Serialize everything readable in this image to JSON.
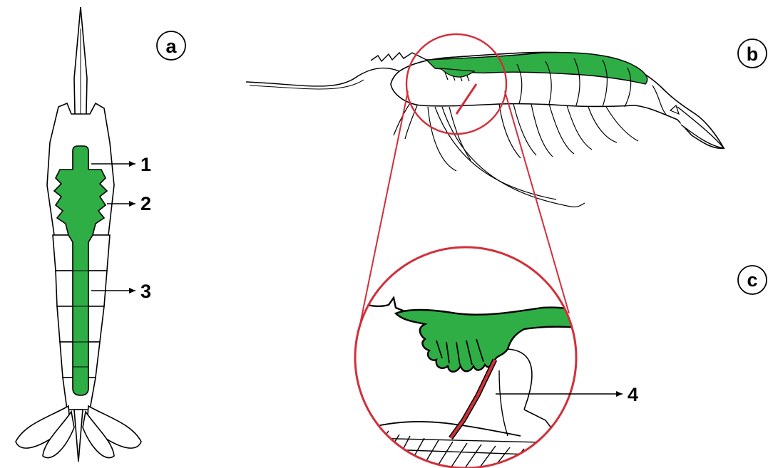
{
  "panels": {
    "a": "a",
    "b": "b",
    "c": "c"
  },
  "callouts": {
    "c1": "1",
    "c2": "2",
    "c3": "3",
    "c4": "4"
  },
  "colors": {
    "organ_green": "#2fae46",
    "highlight_red": "#d0303a",
    "outline": "#000000"
  }
}
